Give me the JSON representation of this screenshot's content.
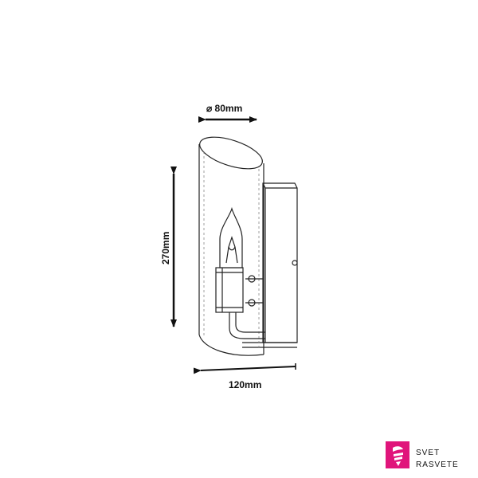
{
  "dimensions": {
    "diameter": "⌀ 80mm",
    "height": "270mm",
    "depth": "120mm"
  },
  "brand": {
    "line1": "SVET",
    "line2": "RASVETE",
    "color": "#e0157b"
  }
}
